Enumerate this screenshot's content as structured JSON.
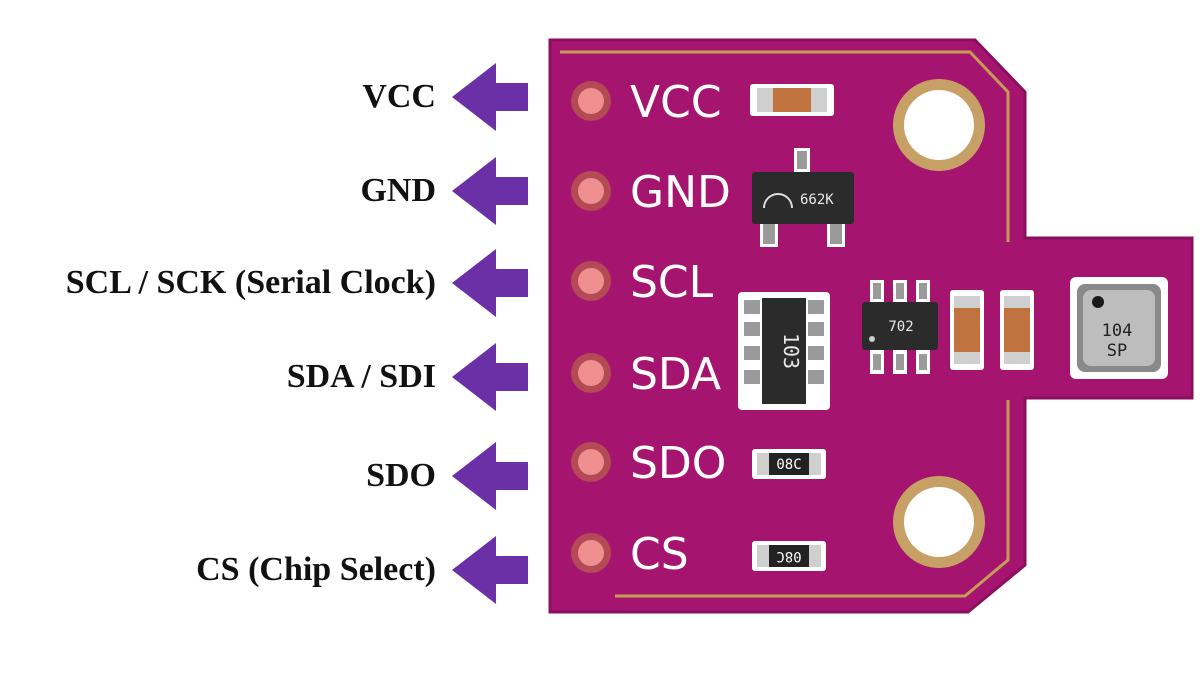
{
  "pin_labels": [
    {
      "description": "VCC",
      "silkscreen": "VCC"
    },
    {
      "description": "GND",
      "silkscreen": "GND"
    },
    {
      "description": "SCL / SCK (Serial Clock)",
      "silkscreen": "SCL"
    },
    {
      "description": "SDA / SDI",
      "silkscreen": "SDA"
    },
    {
      "description": "SDO",
      "silkscreen": "SDO"
    },
    {
      "description": "CS (Chip Select)",
      "silkscreen": "CS"
    }
  ],
  "component_markings": {
    "transistor": "662K",
    "resistor_array": "103",
    "regulator": "702",
    "sensor_line1": "104",
    "sensor_line2": "SP",
    "resistor_sdo": "08C",
    "resistor_cs": "08C"
  },
  "colors": {
    "arrow": "#6b2fa6",
    "board": "#a5156f",
    "board_edge": "#8a0f5c",
    "silkscreen_outline": "#c79a57",
    "pad": "#ef8f8f"
  }
}
